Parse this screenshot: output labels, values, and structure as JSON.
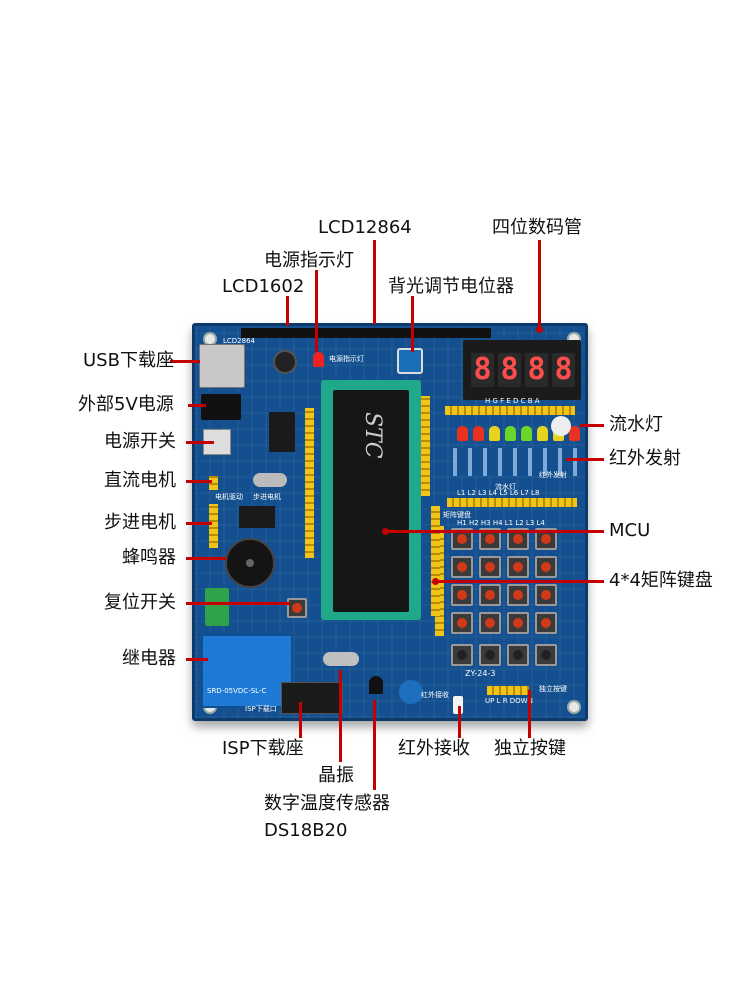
{
  "labels": {
    "lcd12864": "LCD12864",
    "digit_tube": "四位数码管",
    "power_led": "电源指示灯",
    "lcd1602": "LCD1602",
    "backlight_pot": "背光调节电位器",
    "usb_port": "USB下载座",
    "ext_5v": "外部5V电源",
    "power_switch": "电源开关",
    "dc_motor": "直流电机",
    "stepper_motor": "步进电机",
    "buzzer": "蜂鸣器",
    "reset_switch": "复位开关",
    "relay": "继电器",
    "flowing_led": "流水灯",
    "ir_tx": "红外发射",
    "mcu": "MCU",
    "matrix_keypad": "4*4矩阵键盘",
    "isp_port": "ISP下载座",
    "crystal": "晶振",
    "temp_sensor_1": "数字温度传感器",
    "temp_sensor_2": "DS18B20",
    "ir_rx": "红外接收",
    "indep_keys": "独立按键"
  },
  "board": {
    "seven_seg_digits": [
      "8",
      "8",
      "8",
      "8"
    ],
    "chip_brand": "STC",
    "silk_model": "ZY-24-3",
    "silk_relay": "SRD-05VDC-SL-C",
    "silk_isp": "ISP下载口",
    "silk_power_led": "电源指示灯",
    "silk_lcd": "LCD2864",
    "silk_stepper": "步进电机",
    "silk_dc_motor": "电机驱动",
    "silk_flow": "流水灯",
    "silk_matrix": "矩阵键盘",
    "silk_ir_tx": "红外发射",
    "silk_indep_keys": "独立按键",
    "silk_ir_rx": "红外接收",
    "silk_keys_row": "UP L R DOWN",
    "silk_led_labels": "H G F E D C B A",
    "silk_cn_labels": "L1 L2 L3 L4 L5 L6 L7 L8",
    "silk_h_labels": "H1 H2 H3 H4 L1 L2 L3 L4"
  },
  "colors": {
    "board": "#14508f",
    "leader": "#c40000",
    "seg_on": "#ff4d4d"
  }
}
